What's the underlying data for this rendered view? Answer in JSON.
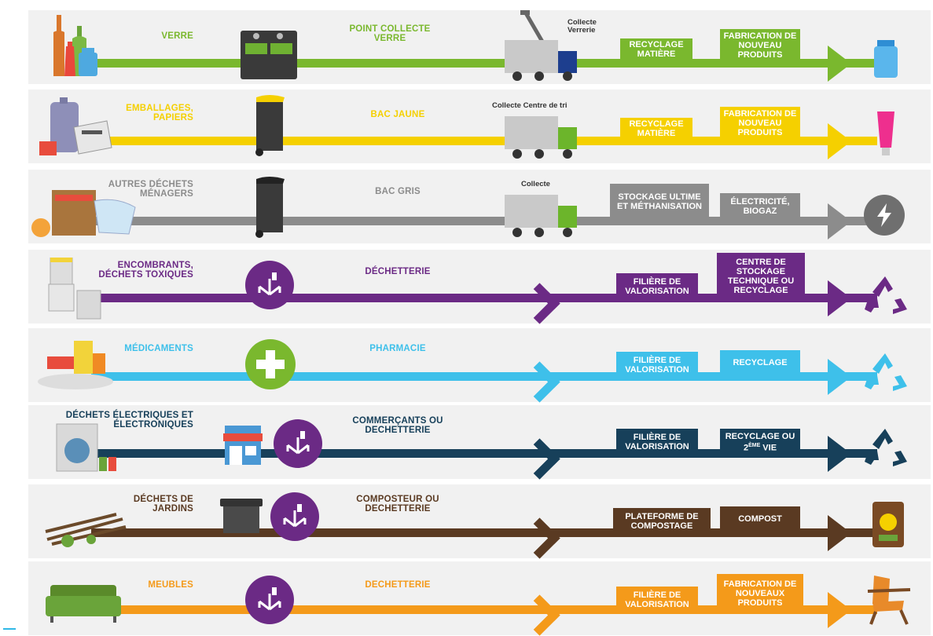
{
  "colors": {
    "glass": "#7ab82e",
    "yellow": "#f5d000",
    "grey": "#8c8c8c",
    "purple": "#6b2a85",
    "blue": "#3ec0ea",
    "navy": "#17405a",
    "brown": "#5a3a22",
    "orange": "#f49a1a"
  },
  "rows": [
    {
      "id": "verre",
      "label": "VERRE",
      "point": "POINT COLLECTE VERRE",
      "collect": "Collecte Verrerie",
      "step1": "RECYCLAGE MATIÈRE",
      "step2": "FABRICATION DE NOUVEAU PRODUITS",
      "end_icon": "glass-jar-icon"
    },
    {
      "id": "emballages",
      "label": "EMBALLAGES, PAPIERS",
      "point": "BAC JAUNE",
      "collect": "Collecte Centre de tri",
      "step1": "RECYCLAGE MATIÈRE",
      "step2": "FABRICATION DE NOUVEAU PRODUITS",
      "end_icon": "tube-icon"
    },
    {
      "id": "autres",
      "label": "AUTRES DÉCHETS MÉNAGERS",
      "point": "BAC GRIS",
      "collect": "Collecte",
      "step1": "STOCKAGE ULTIME ET MÉTHANISATION",
      "step2": "ÉLECTRICITÉ, BIOGAZ",
      "end_icon": "lightning-icon"
    },
    {
      "id": "encombrants",
      "label": "ENCOMBRANTS, DÉCHETS TOXIQUES",
      "point": "DÉCHETTERIE",
      "step1": "FILIÈRE DE VALORISATION",
      "step2": "CENTRE DE STOCKAGE TECHNIQUE OU RECYCLAGE",
      "end_icon": "recycle-icon"
    },
    {
      "id": "medicaments",
      "label": "MÉDICAMENTS",
      "point": "PHARMACIE",
      "step1": "FILIÈRE DE VALORISATION",
      "step2": "RECYCLAGE",
      "end_icon": "recycle-icon"
    },
    {
      "id": "electriques",
      "label": "DÉCHETS ÉLECTRIQUES ET ÉLECTRONIQUES",
      "point": "COMMERÇANTS OU DECHETTERIE",
      "step1": "FILIÈRE DE VALORISATION",
      "step2_a": "RECYCLAGE OU 2",
      "step2_sup": "ÈME",
      "step2_b": " VIE",
      "end_icon": "recycle-icon"
    },
    {
      "id": "jardins",
      "label": "DÉCHETS DE JARDINS",
      "point": "COMPOSTEUR OU DECHETTERIE",
      "step1": "PLATEFORME DE COMPOSTAGE",
      "step2": "COMPOST",
      "end_icon": "compost-bag-icon"
    },
    {
      "id": "meubles",
      "label": "MEUBLES",
      "point": "DECHETTERIE",
      "step1": "FILIÈRE DE VALORISATION",
      "step2": "FABRICATION DE NOUVEAUX PRODUITS",
      "end_icon": "armchair-icon"
    }
  ]
}
